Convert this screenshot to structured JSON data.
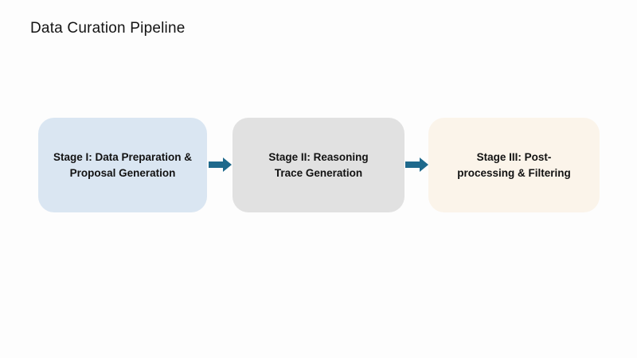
{
  "page": {
    "title": "Data Curation Pipeline",
    "background": "#FDFDFD"
  },
  "pipeline": {
    "stages": [
      {
        "label": "Stage I: Data Preparation & Proposal Generation",
        "lines": [
          "Stage I: Data Preparation &",
          "Proposal Generation"
        ],
        "fill": "#DAE6F2"
      },
      {
        "label": "Stage II: Reasoning Trace Generation",
        "lines": [
          "Stage II: Reasoning",
          "Trace Generation"
        ],
        "fill": "#E1E1E1"
      },
      {
        "label": "Stage III: Post-processing & Filtering",
        "lines": [
          "Stage III: Post-",
          "processing & Filtering"
        ],
        "fill": "#FBF4EA"
      }
    ],
    "arrow": {
      "icon": "right-arrow-icon",
      "direction": "right",
      "color": "#1E698C"
    }
  }
}
